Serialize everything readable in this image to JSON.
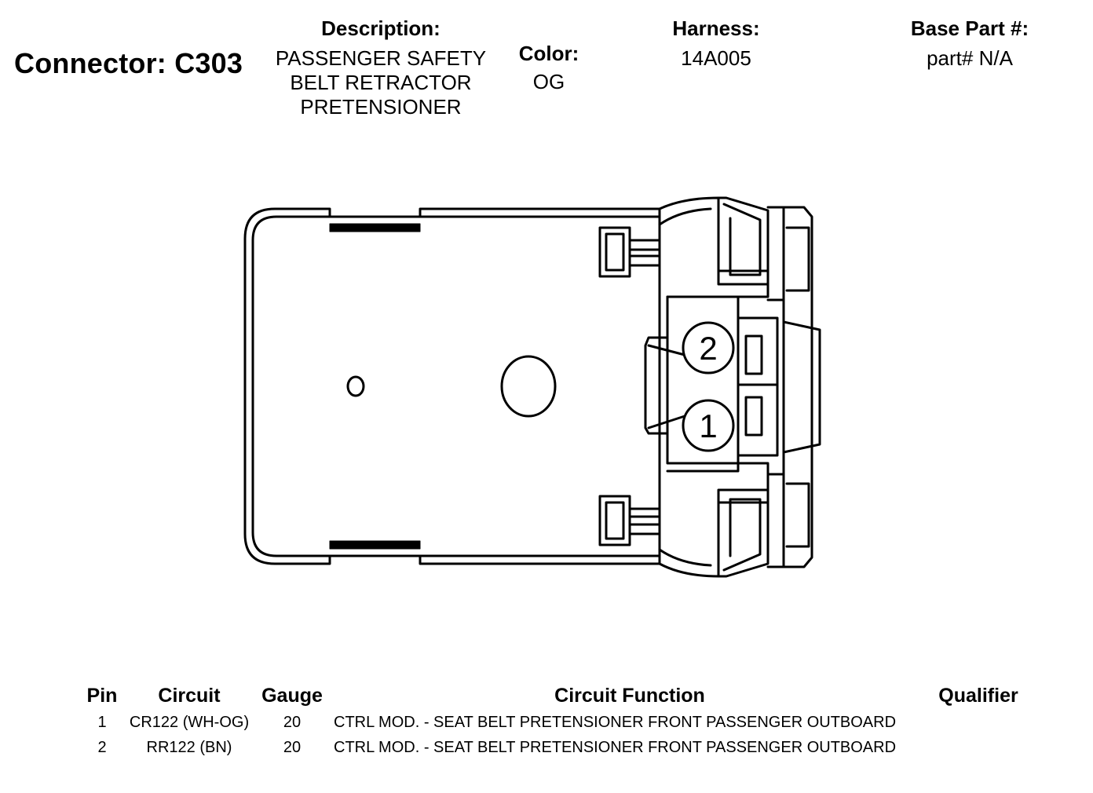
{
  "header": {
    "connector": "Connector: C303",
    "description_label": "Description:",
    "description_lines": [
      "PASSENGER SAFETY",
      "BELT RETRACTOR",
      "PRETENSIONER"
    ],
    "color_label": "Color:",
    "color_value": "OG",
    "harness_label": "Harness:",
    "harness_value": "14A005",
    "base_part_label": "Base Part #:",
    "base_part_value": "part# N/A"
  },
  "diagram": {
    "pin_labels": [
      "2",
      "1"
    ],
    "marker": "O"
  },
  "table": {
    "headers": {
      "pin": "Pin",
      "circuit": "Circuit",
      "gauge": "Gauge",
      "function": "Circuit Function",
      "qualifier": "Qualifier"
    },
    "rows": [
      {
        "pin": "1",
        "circuit": "CR122 (WH-OG)",
        "gauge": "20",
        "function": "CTRL MOD. - SEAT BELT PRETENSIONER FRONT PASSENGER OUTBOARD",
        "qualifier": ""
      },
      {
        "pin": "2",
        "circuit": "RR122 (BN)",
        "gauge": "20",
        "function": "CTRL MOD. - SEAT BELT PRETENSIONER FRONT PASSENGER OUTBOARD",
        "qualifier": ""
      }
    ]
  }
}
